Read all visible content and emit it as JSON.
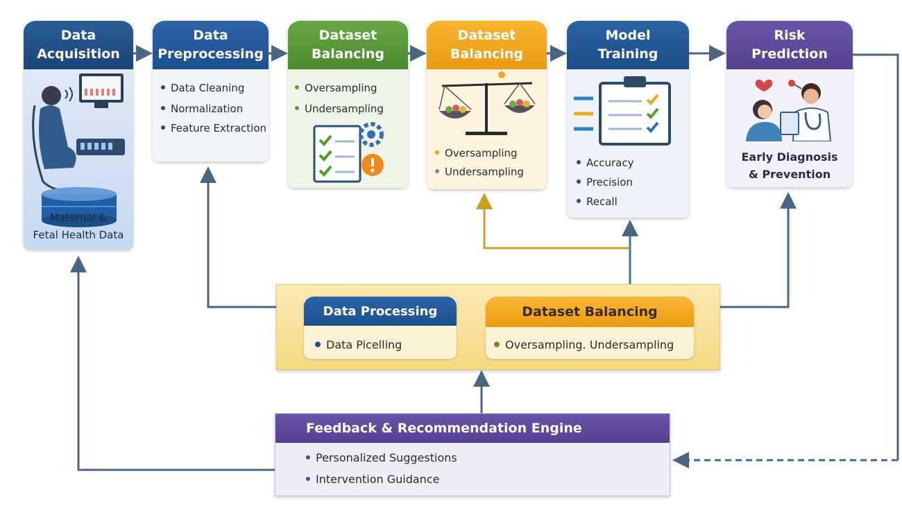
{
  "stages": [
    {
      "title1": "Data",
      "title2": "Acquisition",
      "caption1": "Maternal &",
      "caption2": "Fetal Health Data"
    },
    {
      "title1": "Data",
      "title2": "Preprocessing",
      "items": [
        "Data Cleaning",
        "Normalization",
        "Feature Extraction"
      ]
    },
    {
      "title1": "Dataset",
      "title2": "Balancing",
      "items": [
        "Oversampling",
        "Undersampling"
      ]
    },
    {
      "title1": "Dataset",
      "title2": "Balancing",
      "items": [
        "Oversampling",
        "Undersampling"
      ]
    },
    {
      "title1": "Model",
      "title2": "Training",
      "items": [
        "Accuracy",
        "Precision",
        "Recall"
      ]
    },
    {
      "title1": "Risk",
      "title2": "Prediction",
      "caption1": "Early Diagnosis",
      "caption2": "& Prevention"
    }
  ],
  "middle": {
    "processing": {
      "title": "Data Processing",
      "item": "Data Picelling"
    },
    "balancing": {
      "title": "Dataset Balancing",
      "item": "Oversampling. Undersampling"
    }
  },
  "feedback": {
    "title": "Feedback & Recommendation Engine",
    "items": [
      "Personalized Suggestions",
      "Intervention Guidance"
    ]
  },
  "colors": {
    "navy": "#1f4e87",
    "teal": "#245a8c",
    "green": "#5a9a3a",
    "orange": "#f0a820",
    "purple": "#5b4597",
    "arrow": "#4a6680",
    "gold": "#c9a020"
  },
  "icons": [
    "pregnant-woman-icon",
    "monitor-icon",
    "database-icon",
    "checklist-gear-icon",
    "balance-scale-icon",
    "clipboard-check-icon",
    "doctor-patient-icon",
    "heart-icon"
  ]
}
